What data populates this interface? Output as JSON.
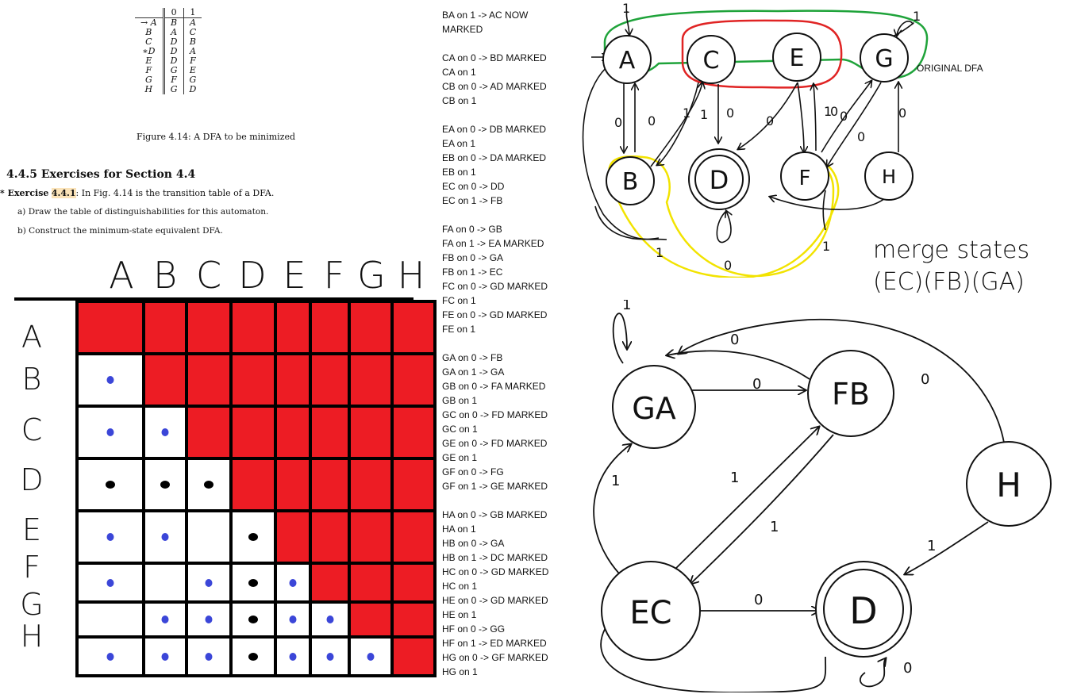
{
  "book": {
    "table_header": [
      "",
      "0",
      "1"
    ],
    "table_rows": [
      {
        "state": "→ A",
        "on0": "B",
        "on1": "A"
      },
      {
        "state": "B",
        "on0": "A",
        "on1": "C"
      },
      {
        "state": "C",
        "on0": "D",
        "on1": "B"
      },
      {
        "state": "∗D",
        "on0": "D",
        "on1": "A"
      },
      {
        "state": "E",
        "on0": "D",
        "on1": "F"
      },
      {
        "state": "F",
        "on0": "G",
        "on1": "E"
      },
      {
        "state": "G",
        "on0": "F",
        "on1": "G"
      },
      {
        "state": "H",
        "on0": "G",
        "on1": "D"
      }
    ],
    "figure_caption": "Figure 4.14: A DFA to be minimized",
    "section_heading": "4.4.5   Exercises for Section 4.4",
    "exercise_prefix": "* Exercise",
    "exercise_number": "4.4.1",
    "exercise_text": ": In Fig. 4.14 is the transition table of a DFA.",
    "part_a": "a)  Draw the table of distinguishabilities for this automaton.",
    "part_b": "b)  Construct the minimum-state equivalent DFA."
  },
  "grid": {
    "col_labels": [
      "A",
      "B",
      "C",
      "D",
      "E",
      "F",
      "G",
      "H"
    ],
    "row_labels": [
      "A",
      "B",
      "C",
      "D",
      "E",
      "F",
      "G",
      "H"
    ],
    "marked_color": "#ed1c24",
    "dot_colors": {
      "b": "#3b46d8",
      "k": "#000000"
    },
    "cells": [
      [
        "m",
        "m",
        "m",
        "m",
        "m",
        "m",
        "m",
        "m"
      ],
      [
        "b",
        "m",
        "m",
        "m",
        "m",
        "m",
        "m",
        "m"
      ],
      [
        "b",
        "b",
        "m",
        "m",
        "m",
        "m",
        "m",
        "m"
      ],
      [
        "k",
        "k",
        "k",
        "m",
        "m",
        "m",
        "m",
        "m"
      ],
      [
        "b",
        "b",
        "",
        "k",
        "m",
        "m",
        "m",
        "m"
      ],
      [
        "b",
        "",
        "b",
        "k",
        "b",
        "m",
        "m",
        "m"
      ],
      [
        "",
        "b",
        "b",
        "k",
        "b",
        "b",
        "m",
        "m"
      ],
      [
        "b",
        "b",
        "b",
        "k",
        "b",
        "b",
        "b",
        "m"
      ]
    ]
  },
  "steps": [
    [
      "BA on 1 -> AC NOW",
      "MARKED"
    ],
    [
      "CA on 0 -> BD MARKED",
      "CA on 1",
      "CB on 0 -> AD MARKED",
      "CB on 1"
    ],
    [
      "EA on 0 -> DB MARKED",
      "EA on 1",
      "EB on 0 -> DA MARKED",
      "EB on 1",
      "EC on 0 -> DD",
      "EC on 1 -> FB"
    ],
    [
      "FA on 0 -> GB",
      "FA on 1 -> EA MARKED",
      "FB on 0 -> GA",
      "FB on 1 -> EC",
      "FC on 0 -> GD MARKED",
      "FC on 1",
      "FE on 0 -> GD MARKED",
      "FE on 1"
    ],
    [
      "GA on 0 -> FB",
      "GA on 1 -> GA",
      "GB on 0 -> FA MARKED",
      "GB on 1",
      "GC on 0 -> FD MARKED",
      "GC on 1",
      "GE on 0 -> FD MARKED",
      "GE on 1",
      "GF on 0 -> FG",
      "GF on 1 -> GE MARKED"
    ],
    [
      "HA on 0 -> GB MARKED",
      "HA on 1",
      "HB on 0 -> GA",
      "HB on 1 -> DC MARKED",
      "HC on 0 -> GD MARKED",
      "HC on 1",
      "HE on 0 -> GD MARKED",
      "HE on 1",
      "HF on 0 -> GG",
      "HF on 1 -> ED MARKED",
      "HG on 0 -> GF MARKED",
      "HG on 1"
    ]
  ],
  "original_dfa": {
    "label": "ORIGINAL DFA",
    "states": {
      "A": "A",
      "C": "C",
      "E": "E",
      "G": "G",
      "B": "B",
      "D": "D",
      "F": "F",
      "H": "H"
    },
    "edge_labels": {
      "g_self": "1",
      "a_top": "1",
      "ab_0": "0",
      "ba_0": "0",
      "bc_1": "1",
      "cb_1": "1",
      "cd_0": "0",
      "ed_0": "0",
      "ef_1": "1",
      "fe_0": "0",
      "fg_0": "0",
      "gf_0": "0",
      "hg_0": "0",
      "b_a_1": "1",
      "d_self": "0",
      "h_d_1": "1"
    },
    "group_colors": {
      "green": "#1fa33a",
      "red": "#e02424",
      "yellow": "#f2e300"
    }
  },
  "merge_note": {
    "line1": "merge states",
    "line2": "(EC)(FB)(GA)"
  },
  "min_dfa": {
    "states": {
      "GA": "GA",
      "FB": "FB",
      "H": "H",
      "EC": "EC",
      "D": "D"
    },
    "edge_labels": {
      "ga_self": "1",
      "fb_ga_0": "0",
      "ga_fb_0": "0",
      "h_ga_0": "0",
      "ec_ga_1": "1",
      "ec_fb_1": "1",
      "fb_ec_1": "1",
      "h_d_1": "1",
      "ec_d_0": "0",
      "d_self": "0"
    }
  }
}
